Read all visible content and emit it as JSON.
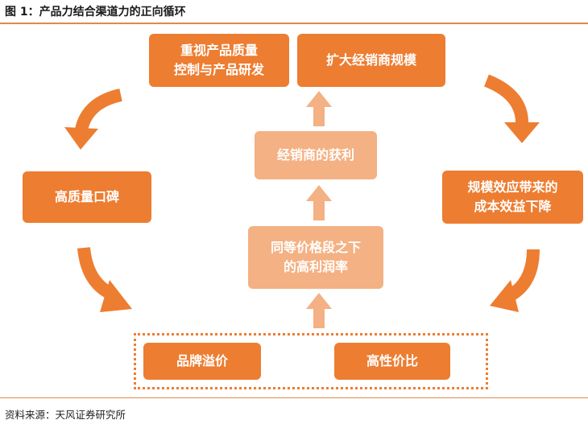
{
  "title": "图 1：产品力结合渠道力的正向循环",
  "source": "资料来源：天风证券研究所",
  "colors": {
    "accent": "#ed7d31",
    "light": "#f4b183",
    "rule": "#e08a4a"
  },
  "nodes": {
    "quality_control": "重视产品质量\n控制与产品研发",
    "expand_dealers": "扩大经销商规模",
    "dealer_profit": "经销商的获利",
    "high_margin": "同等价格段之下\n的高利润率",
    "reputation": "高质量口碑",
    "scale_effect": "规模效应带来的\n成本效益下降",
    "brand_premium": "品牌溢价",
    "value_for_money": "高性价比"
  }
}
